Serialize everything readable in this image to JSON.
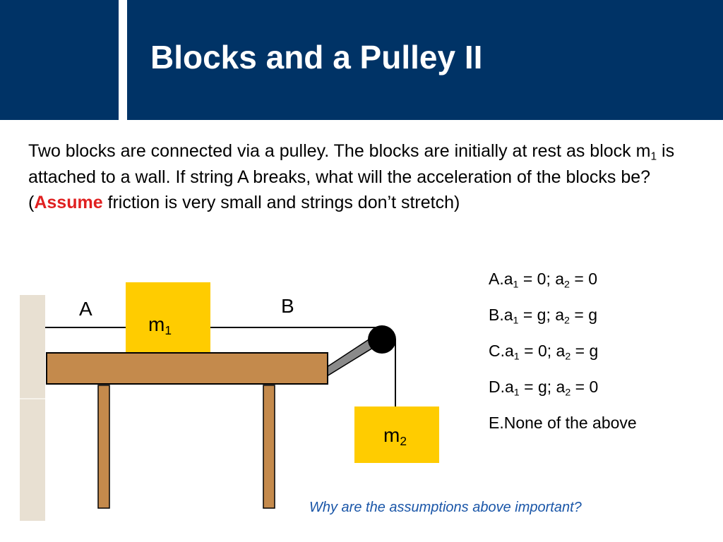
{
  "slide": {
    "title": "Blocks and a Pulley II"
  },
  "question": {
    "text_1": "Two blocks are connected via a pulley. The blocks are initially at rest as block m",
    "sub_1": "1",
    "text_2": " is attached to a wall. If string A breaks, what will the acceleration of the blocks be? (",
    "emphasis": "Assume",
    "text_3": " friction is very small and strings don’t stretch)"
  },
  "choices": [
    {
      "prefix": "A.",
      "v1": "a",
      "s1": "1",
      "m1": " = 0; a",
      "s2": "2",
      "m2": " = 0"
    },
    {
      "prefix": "B.",
      "v1": "a",
      "s1": "1",
      "m1": " = g; a",
      "s2": "2",
      "m2": " = g"
    },
    {
      "prefix": "C.",
      "v1": "a",
      "s1": "1",
      "m1": " = 0; a",
      "s2": "2",
      "m2": " = g"
    },
    {
      "prefix": "D.",
      "v1": "a",
      "s1": "1",
      "m1": " = g; a",
      "s2": "2",
      "m2": " = 0"
    },
    {
      "prefix": "E.",
      "text": "None of the above"
    }
  ],
  "diagram": {
    "string_a_label": "A",
    "string_b_label": "B",
    "block1_label": "m",
    "block1_sub": "1",
    "block2_label": "m",
    "block2_sub": "2"
  },
  "followup": "Why are the assumptions above important?",
  "colors": {
    "header": "#003366",
    "emphasis": "#e02020",
    "followup": "#1a56a8",
    "block": "#ffcc00",
    "table_wood": "#c48a4c",
    "wall": "#e8e0d2"
  }
}
